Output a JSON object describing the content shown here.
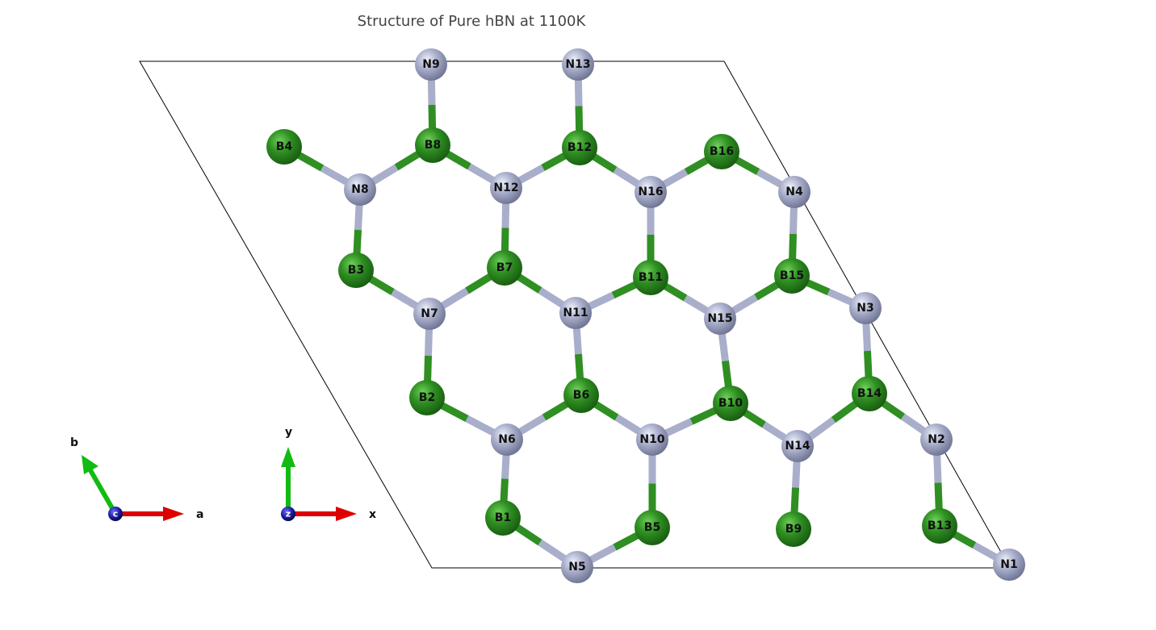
{
  "title": "Structure of Pure hBN at 1100K",
  "colors": {
    "boron": "#2f8f22",
    "nitrogen": "#a9aecb",
    "cell": "#000000",
    "axis_a": "#dd0000",
    "axis_b": "#11bb11",
    "axis_c": "#111199"
  },
  "atoms": [
    {
      "id": "N9",
      "el": "N"
    },
    {
      "id": "N13",
      "el": "N"
    },
    {
      "id": "B4",
      "el": "B"
    },
    {
      "id": "B8",
      "el": "B"
    },
    {
      "id": "B12",
      "el": "B"
    },
    {
      "id": "B16",
      "el": "B"
    },
    {
      "id": "N8",
      "el": "N"
    },
    {
      "id": "N12",
      "el": "N"
    },
    {
      "id": "N16",
      "el": "N"
    },
    {
      "id": "N4",
      "el": "N"
    },
    {
      "id": "B3",
      "el": "B"
    },
    {
      "id": "B7",
      "el": "B"
    },
    {
      "id": "B11",
      "el": "B"
    },
    {
      "id": "B15",
      "el": "B"
    },
    {
      "id": "N7",
      "el": "N"
    },
    {
      "id": "N11",
      "el": "N"
    },
    {
      "id": "N15",
      "el": "N"
    },
    {
      "id": "N3",
      "el": "N"
    },
    {
      "id": "B2",
      "el": "B"
    },
    {
      "id": "B6",
      "el": "B"
    },
    {
      "id": "B10",
      "el": "B"
    },
    {
      "id": "B14",
      "el": "B"
    },
    {
      "id": "N6",
      "el": "N"
    },
    {
      "id": "N10",
      "el": "N"
    },
    {
      "id": "N14",
      "el": "N"
    },
    {
      "id": "N2",
      "el": "N"
    },
    {
      "id": "B1",
      "el": "B"
    },
    {
      "id": "B5",
      "el": "B"
    },
    {
      "id": "B9",
      "el": "B"
    },
    {
      "id": "B13",
      "el": "B"
    },
    {
      "id": "N5",
      "el": "N"
    },
    {
      "id": "N1",
      "el": "N"
    }
  ],
  "bonds": [
    [
      "N9",
      "B8"
    ],
    [
      "N13",
      "B12"
    ],
    [
      "B4",
      "N8"
    ],
    [
      "B8",
      "N8"
    ],
    [
      "B8",
      "N12"
    ],
    [
      "B12",
      "N12"
    ],
    [
      "B12",
      "N16"
    ],
    [
      "B16",
      "N16"
    ],
    [
      "B16",
      "N4"
    ],
    [
      "N8",
      "B3"
    ],
    [
      "N12",
      "B7"
    ],
    [
      "N16",
      "B11"
    ],
    [
      "N4",
      "B15"
    ],
    [
      "B3",
      "N7"
    ],
    [
      "B7",
      "N7"
    ],
    [
      "B7",
      "N11"
    ],
    [
      "B11",
      "N11"
    ],
    [
      "B11",
      "N15"
    ],
    [
      "B15",
      "N15"
    ],
    [
      "B15",
      "N3"
    ],
    [
      "N7",
      "B2"
    ],
    [
      "N11",
      "B6"
    ],
    [
      "N15",
      "B10"
    ],
    [
      "N3",
      "B14"
    ],
    [
      "B2",
      "N6"
    ],
    [
      "B6",
      "N6"
    ],
    [
      "B6",
      "N10"
    ],
    [
      "B10",
      "N10"
    ],
    [
      "B10",
      "N14"
    ],
    [
      "B14",
      "N14"
    ],
    [
      "B14",
      "N2"
    ],
    [
      "N6",
      "B1"
    ],
    [
      "N10",
      "B5"
    ],
    [
      "N14",
      "B9"
    ],
    [
      "N2",
      "B13"
    ],
    [
      "B1",
      "N5"
    ],
    [
      "B5",
      "N5"
    ],
    [
      "B13",
      "N1"
    ]
  ],
  "axes_lattice": {
    "a": "a",
    "b": "b",
    "c": "c"
  },
  "axes_cartesian": {
    "x": "x",
    "y": "y",
    "z": "z"
  }
}
